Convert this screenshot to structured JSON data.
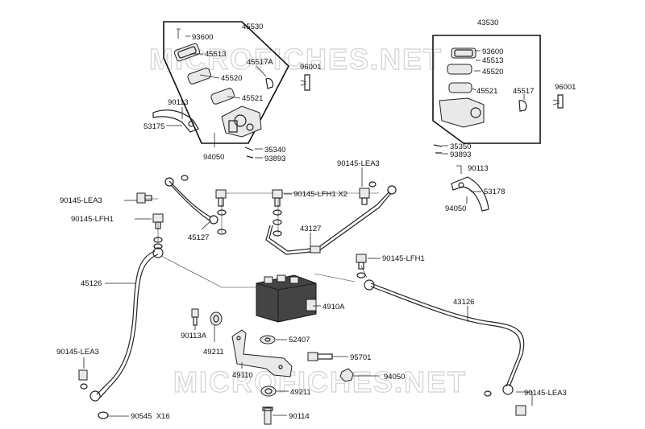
{
  "watermark": "MICROFICHES.NET",
  "labels": {
    "p45530": "45530",
    "p93600a": "93600",
    "p45513a": "45513",
    "p45517A": "45517A",
    "p45520a": "45520",
    "p45521a": "45521",
    "p96001a": "96001",
    "p90113a": "90113",
    "p53175": "53175",
    "p94050a": "94050",
    "p35340": "35340",
    "p93893a": "93893",
    "p43530": "43530",
    "p93600b": "93600",
    "p45513b": "45513",
    "p45520b": "45520",
    "p45521b": "45521",
    "p45517": "45517",
    "p96001b": "96001",
    "p35350": "35350",
    "p93893b": "93893",
    "p90113b": "90113",
    "p53178": "53178",
    "p94050b": "94050",
    "p90145LEA3a": "90145-LEA3",
    "p90145LEA3b": "90145-LEA3",
    "p90145LFH1x2": "90145-LFH1 X2",
    "p90145LFH1a": "90145-LFH1",
    "p45127": "45127",
    "p43127": "43127",
    "p90145LFH1b": "90145-LFH1",
    "p45126": "45126",
    "p4910A": "4910A",
    "p43126": "43126",
    "p90113A": "90113A",
    "p49211a": "49211",
    "p52407": "52407",
    "p95701": "95701",
    "p49110": "49110",
    "p94050c": "94050",
    "p90145LEA3c": "90145-LEA3",
    "p49211b": "49211",
    "p90145LEA3d": "90145-LEA3",
    "p90545": "90545  X16",
    "p90114": "90114"
  }
}
